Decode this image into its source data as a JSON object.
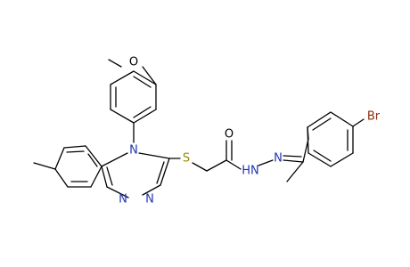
{
  "molecule": {
    "atoms": {
      "methoxy_oxygen": "O",
      "sulfur": "S",
      "carbonyl_oxygen": "O",
      "hydrazide_nh": "HN",
      "hydrazone_n": "N",
      "bromine": "Br",
      "triazole_n4": "N",
      "triazole_n1": "N",
      "triazole_n2": "N"
    },
    "colors": {
      "default": "#000000",
      "nitrogen": "#1f35b5",
      "sulfur": "#9a8800",
      "bromine": "#8b2d0e"
    }
  }
}
